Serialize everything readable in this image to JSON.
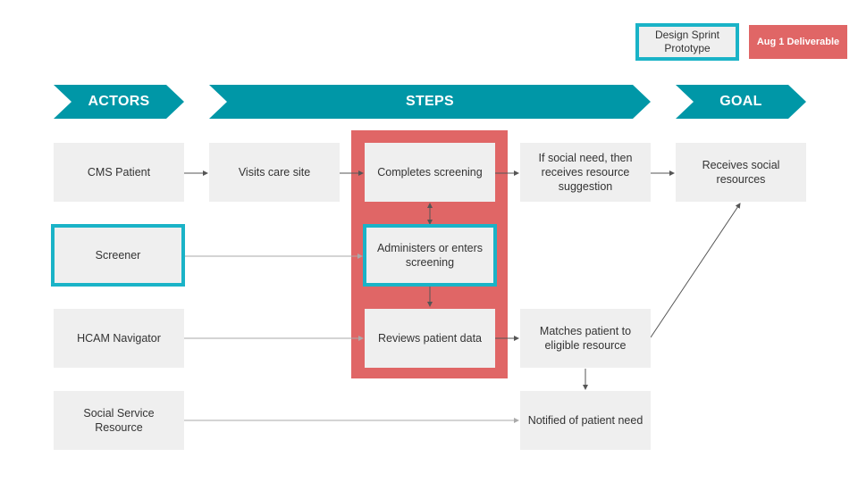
{
  "legend": {
    "prototype_label": "Design Sprint Prototype",
    "deliverable_label": "Aug 1 Deliverable"
  },
  "headers": {
    "actors": "ACTORS",
    "steps": "STEPS",
    "goal": "GOAL"
  },
  "actors": {
    "cms_patient": "CMS Patient",
    "screener": "Screener",
    "hcam_navigator": "HCAM Navigator",
    "social_service_resource": "Social Service Resource"
  },
  "steps": {
    "visits_care_site": "Visits care site",
    "completes_screening": "Completes screening",
    "administers_screening": "Administers or enters screening",
    "reviews_patient_data": "Reviews patient data",
    "social_need_suggestion": "If social need, then receives resource suggestion",
    "matches_patient": "Matches patient to eligible resource",
    "notified_need": "Notified of patient need"
  },
  "goal": {
    "receives_resources": "Receives social resources"
  },
  "colors": {
    "teal": "#0097a7",
    "prototype_border": "#1ab3c7",
    "deliverable_red": "#e06666",
    "box_fill": "#efefef"
  }
}
